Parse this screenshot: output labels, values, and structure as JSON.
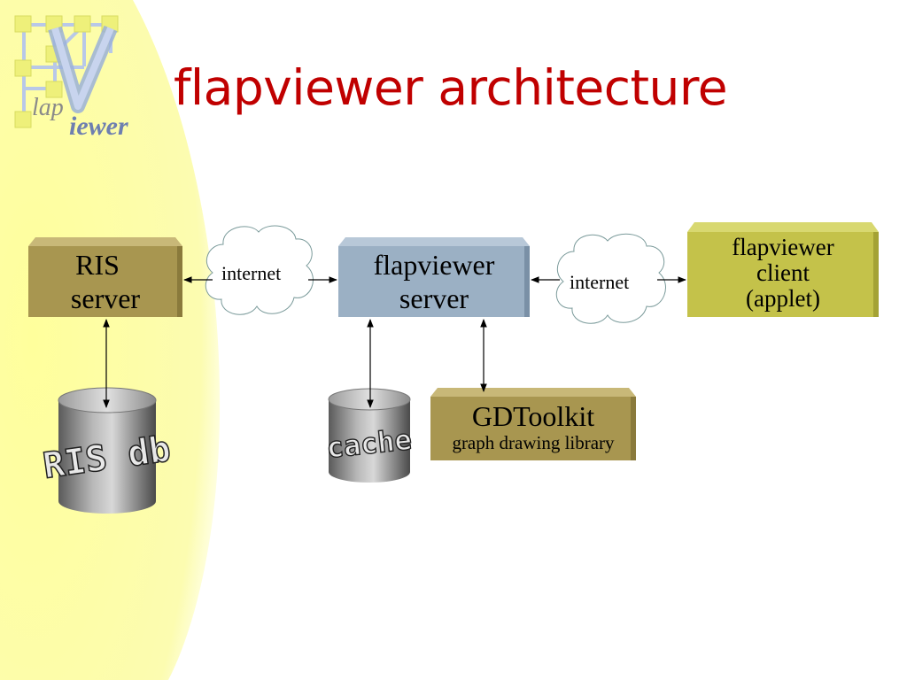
{
  "slide": {
    "title": "flapviewer architecture",
    "logo": {
      "part1": "lap",
      "part2": "iewer"
    }
  },
  "nodes": {
    "ris_server": {
      "line1": "RIS",
      "line2": "server"
    },
    "flapviewer_server": {
      "line1": "flapviewer",
      "line2": "server"
    },
    "client": {
      "line1": "flapviewer",
      "line2": "client",
      "line3": "(applet)"
    },
    "gdtoolkit": {
      "name": "GDToolkit",
      "subtitle": "graph drawing library"
    },
    "ris_db": {
      "label": "RIS db"
    },
    "cache": {
      "label": "cache"
    }
  },
  "links": {
    "left_cloud": "internet",
    "right_cloud": "internet"
  },
  "colors": {
    "title": "#c00000",
    "ris_box": "#a89650",
    "server_box": "#9bb0c4",
    "client_box": "#c4c24a",
    "gdtoolkit_box": "#a89650",
    "background_blob": "#fcfc9c"
  }
}
